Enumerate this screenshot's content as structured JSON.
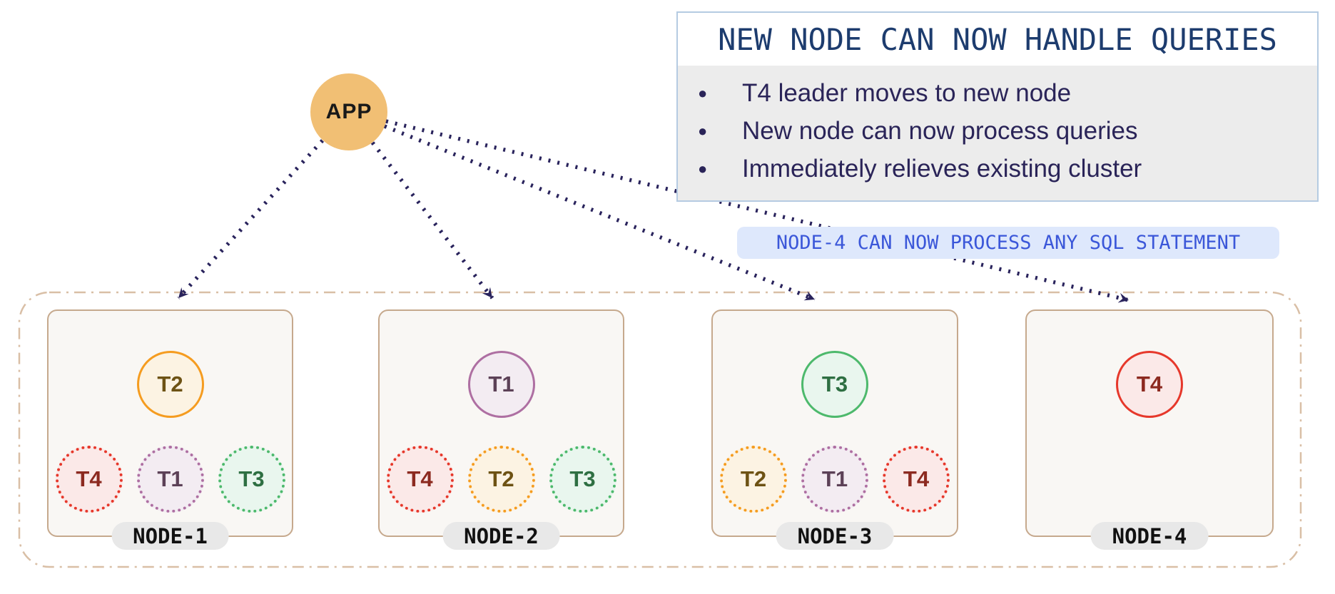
{
  "app": {
    "label": "APP"
  },
  "callout": {
    "title": "NEW NODE CAN NOW HANDLE QUERIES",
    "bullets": [
      "T4 leader moves to new node",
      "New node can now process queries",
      "Immediately relieves existing cluster"
    ]
  },
  "annotation": {
    "text": "NODE-4 CAN NOW PROCESS ANY SQL STATEMENT"
  },
  "cluster": {
    "nodes": [
      {
        "label": "NODE-1",
        "leader": {
          "id": "T2",
          "color": "orange"
        },
        "followers": [
          {
            "id": "T4",
            "color": "red"
          },
          {
            "id": "T1",
            "color": "plum"
          },
          {
            "id": "T3",
            "color": "green"
          }
        ]
      },
      {
        "label": "NODE-2",
        "leader": {
          "id": "T1",
          "color": "plum"
        },
        "followers": [
          {
            "id": "T4",
            "color": "red"
          },
          {
            "id": "T2",
            "color": "orange"
          },
          {
            "id": "T3",
            "color": "green"
          }
        ]
      },
      {
        "label": "NODE-3",
        "leader": {
          "id": "T3",
          "color": "green"
        },
        "followers": [
          {
            "id": "T2",
            "color": "orange"
          },
          {
            "id": "T1",
            "color": "plum"
          },
          {
            "id": "T4",
            "color": "red"
          }
        ]
      },
      {
        "label": "NODE-4",
        "leader": {
          "id": "T4",
          "color": "red"
        },
        "followers": []
      }
    ]
  },
  "colors": {
    "arrow": "#29235C",
    "app_fill": "#F1BF74",
    "callout_border": "#B5CBE2",
    "callout_title_text": "#1D3C6E",
    "callout_body_bg": "#ECECEC",
    "callout_body_text": "#2A2458",
    "annotation_bg": "#DEE8FC",
    "annotation_text": "#3B57D9",
    "cluster_outline": "#D9BFA6",
    "node_border": "#C6A98D",
    "node_bg": "#F9F7F4",
    "tablet_orange": "#F59C20",
    "tablet_red": "#E6382B",
    "tablet_plum": "#AE6FA2",
    "tablet_green": "#4DB96C"
  }
}
